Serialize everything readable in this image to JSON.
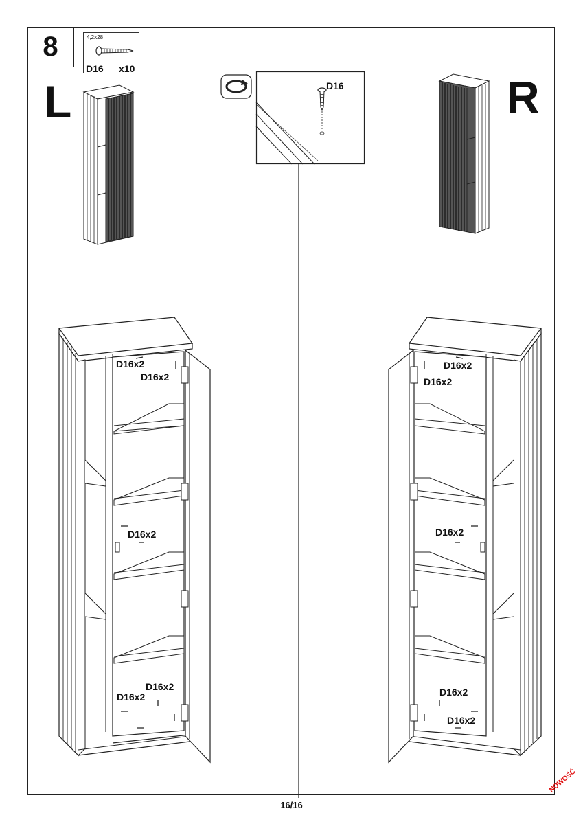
{
  "step": {
    "number": "8"
  },
  "parts": {
    "size": "4,2x28",
    "code": "D16",
    "quantity": "x10"
  },
  "sides": {
    "left": "L",
    "right": "R"
  },
  "detail": {
    "screw_label": "D16"
  },
  "left_cabinet": {
    "label_top_a": "D16x2",
    "label_top_b": "D16x2",
    "label_middle": "D16x2",
    "label_bottom_a": "D16x2",
    "label_bottom_b": "D16x2"
  },
  "right_cabinet": {
    "label_top_a": "D16x2",
    "label_top_b": "D16x2",
    "label_middle": "D16x2",
    "label_bottom_a": "D16x2",
    "label_bottom_b": "D16x2"
  },
  "footer": {
    "page": "16/16",
    "badge": "NOWOŚĆ"
  },
  "colors": {
    "line": "#222222",
    "badge": "#e01010"
  }
}
